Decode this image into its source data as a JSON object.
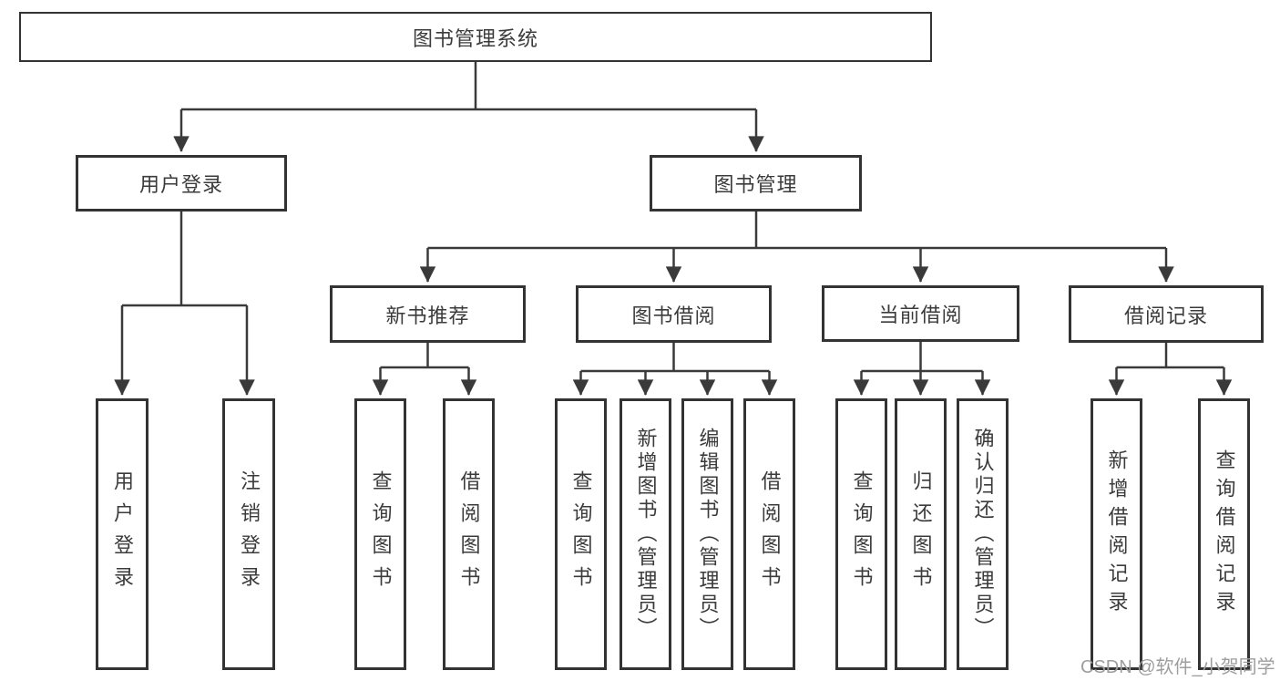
{
  "colors": {
    "line": "#3a3a3a",
    "box_border": "#333333",
    "text": "#3b3b3b",
    "watermark_text": "#9e9e9e",
    "background": "#ffffff"
  },
  "tree": {
    "root": "图书管理系统",
    "branches": [
      {
        "label": "用户登录",
        "children": [
          "用户登录",
          "注销登录"
        ]
      },
      {
        "label": "图书管理",
        "sections": [
          {
            "label": "新书推荐",
            "children": [
              "查询图书",
              "借阅图书"
            ]
          },
          {
            "label": "图书借阅",
            "children": [
              "查询图书",
              "新增图书（管理员）",
              "编辑图书（管理员）",
              "借阅图书"
            ]
          },
          {
            "label": "当前借阅",
            "children": [
              "查询图书",
              "归还图书",
              "确认归还（管理员）"
            ]
          },
          {
            "label": "借阅记录",
            "children": [
              "新增借阅记录",
              "查询借阅记录"
            ]
          }
        ]
      }
    ]
  },
  "watermark": "CSDN @软件_小贺同学"
}
